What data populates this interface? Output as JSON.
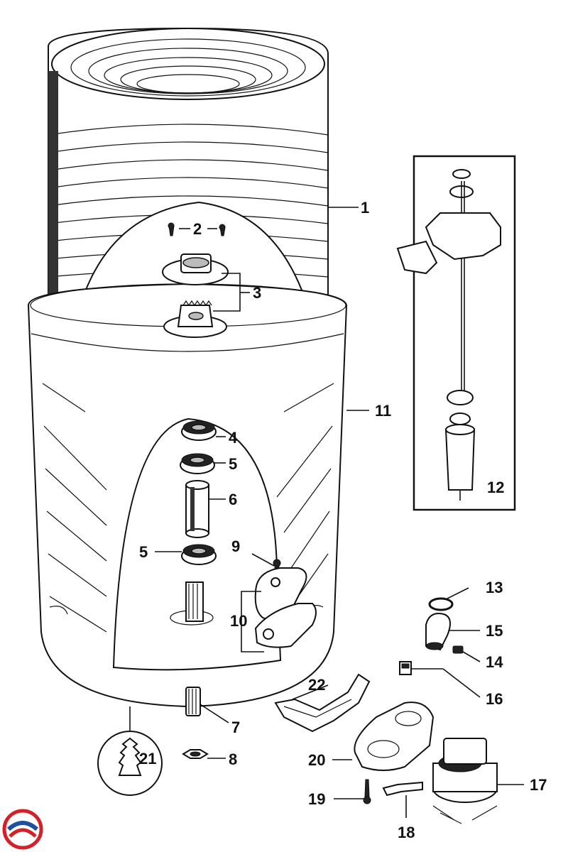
{
  "diagram": {
    "callouts": {
      "c1": "1",
      "c2": "2",
      "c3": "3",
      "c4": "4",
      "c5a": "5",
      "c5b": "5",
      "c6": "6",
      "c7": "7",
      "c8": "8",
      "c9": "9",
      "c10": "10",
      "c11": "11",
      "c12": "12",
      "c13": "13",
      "c14": "14",
      "c15": "15",
      "c16": "16",
      "c17": "17",
      "c18": "18",
      "c19": "19",
      "c20": "20",
      "c21": "21",
      "c22": "22"
    },
    "colors": {
      "line": "#111111",
      "logo_red": "#d42027",
      "logo_blue": "#1f4fa0"
    },
    "icons": [
      "brand-logo-icon"
    ]
  }
}
